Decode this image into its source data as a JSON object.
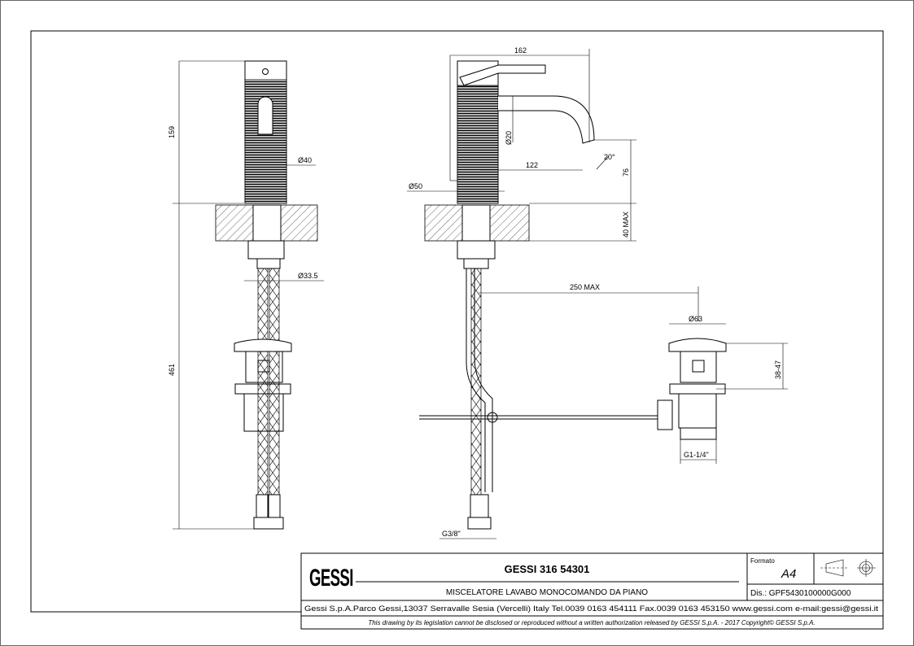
{
  "drawing": {
    "dimensions_left": {
      "height_top": "159",
      "height_total": "461",
      "body_diameter": "Ø40",
      "hose_diameter": "Ø33.5"
    },
    "dimensions_right": {
      "width": "162",
      "spout_diameter": "Ø20",
      "spout_reach": "122",
      "angle": "20°",
      "spout_height": "76",
      "deck_thickness": "40 MAX",
      "base_diameter": "Ø50",
      "rod_length": "250 MAX",
      "hose_thread": "G3/8\""
    },
    "dimensions_drain": {
      "diameter": "Ø63",
      "range": "38-47",
      "thread": "G1-1/4\""
    }
  },
  "title_block": {
    "logo": "GESSI",
    "code": "GESSI 316 54301",
    "description": "MISCELATORE LAVABO MONOCOMANDO DA PIANO",
    "format_label": "Formato",
    "format_value": "A4",
    "drawing_number": "Dis.: GPF5430100000G000",
    "address": "Gessi S.p.A.Parco Gessi,13037 Serravalle Sesia (Vercelli) Italy Tel.0039 0163 454111 Fax.0039 0163 453150 www.gessi.com e-mail:gessi@gessi.it",
    "disclaimer": "This drawing by its legislation cannot be disclosed or reproduced without a written authorization released by GESSI S.p.A. - 2017 Copyright© GESSI S.p.A."
  }
}
